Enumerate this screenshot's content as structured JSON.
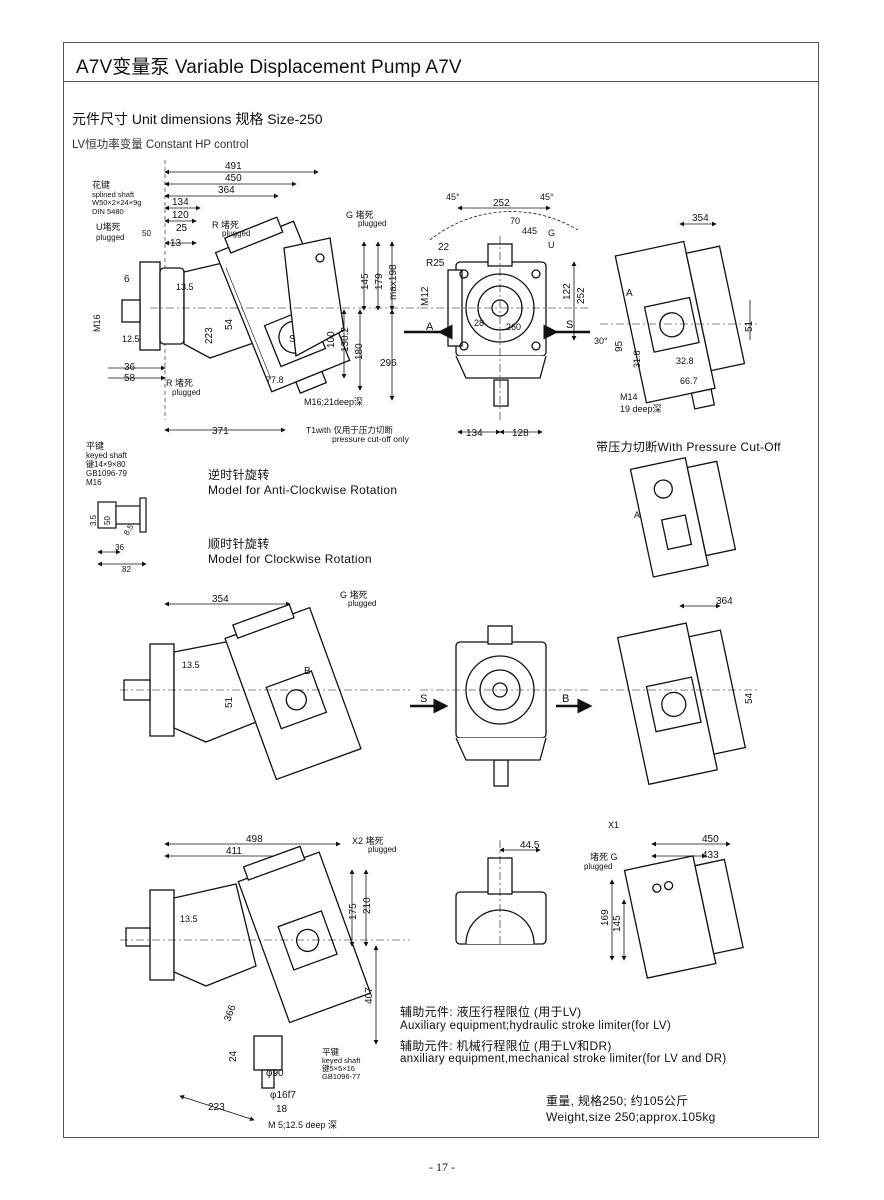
{
  "page": {
    "title": "A7V变量泵 Variable Displacement Pump A7V",
    "section_title": "元件尺寸 Unit dimensions  规格 Size-250",
    "subsection": "LV恒功率变量 Constant HP control",
    "page_number": "- 17 -"
  },
  "captions": {
    "anticlockwise_cn": "逆时针旋转",
    "anticlockwise_en": "Model for Anti-Clockwise Rotation",
    "clockwise_cn": "顺时针旋转",
    "clockwise_en": "Model for Clockwise Rotation",
    "pressure_cutoff": "带压力切断With Pressure Cut-Off",
    "aux1_cn": "辅助元件: 液压行程限位 (用于LV)",
    "aux1_en": "Auxiliary equipment;hydraulic stroke limiter(for LV)",
    "aux2_cn": "辅助元件: 机械行程限位 (用于LV和DR)",
    "aux2_en": "anxiliary equipment,mechanical stroke limiter(for LV and DR)",
    "weight_cn": "重量, 规格250; 约105公斤",
    "weight_en": "Weight,size 250;approx.105kg"
  },
  "labels": {
    "spline_key": "花键",
    "spline_desc": "splined shaft",
    "spline_spec": "W50×2×24×9g",
    "spline_std": "DIN 5480",
    "u_plugged": "U堵死",
    "plugged": "plugged",
    "r_plugged": "R 堵死",
    "g_plugged": "G 堵死",
    "r_plugged_bottom": "R 堵死",
    "m16_deep": "M16;21deep深",
    "t1_note": "T1with 仅用于压力切断",
    "t1_note2": "pressure cut-off only",
    "keyed_cn": "平键",
    "keyed_shaft": "keyed shaft",
    "key_spec": "键14×9×80",
    "key_std": "GB1096-79",
    "m16": "M16",
    "m14": "M14",
    "m14_deep": "19 deep深",
    "x2_plugged": "X2 堵死",
    "x1": "X1",
    "g_plugged2": "堵死 G",
    "keyed2_cn": "平键",
    "keyed2_shaft": "keyed shaft",
    "key2_spec": "键5×5×16",
    "key2_std": "GB1096-77",
    "m5_deep": "M 5;12.5 deep 深",
    "phi90": "φ90",
    "phi16f7": "φ16f7",
    "a": "A",
    "b": "B",
    "s": "S",
    "g": "G",
    "u": "U"
  },
  "dimensions": {
    "top_left": [
      "491",
      "450",
      "364",
      "134",
      "120",
      "25",
      "50",
      "13",
      "6",
      "36",
      "58",
      "371",
      "145",
      "179",
      "max198",
      "100",
      "130.2",
      "180",
      "296",
      "223",
      "54",
      "77.8",
      "13.5",
      "12.5"
    ],
    "top_middle": [
      "252",
      "70",
      "445",
      "45°",
      "45°",
      "22",
      "R25",
      "M12",
      "122",
      "252",
      "30°",
      "134",
      "128",
      "28",
      "260"
    ],
    "top_right": [
      "354",
      "51",
      "95",
      "31.8",
      "32.8",
      "66.7"
    ],
    "keyed_small": [
      "3.5",
      "36",
      "82",
      "50",
      "8.5"
    ],
    "mid": [
      "354",
      "51",
      "13.5",
      "364",
      "54"
    ],
    "bottom": [
      "498",
      "411",
      "175",
      "210",
      "407",
      "366",
      "24",
      "223",
      "18",
      "44.5",
      "450",
      "433",
      "169",
      "145",
      "13.5"
    ]
  }
}
